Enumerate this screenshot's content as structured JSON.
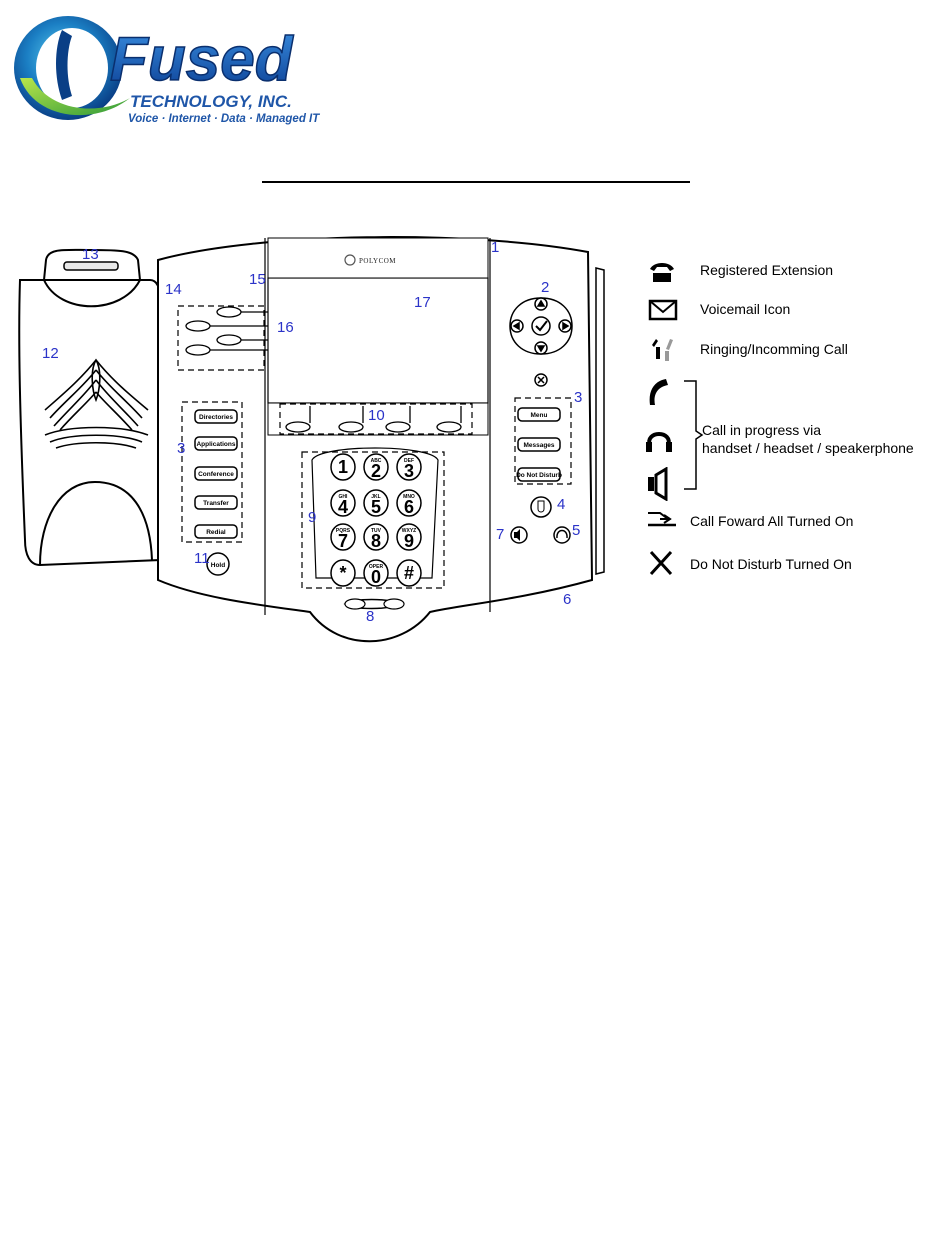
{
  "logo": {
    "name": "Fused",
    "subtitle": "TECHNOLOGY, INC.",
    "tagline": "Voice · Internet · Data · Managed IT"
  },
  "phone": {
    "brand": "POLYCOM",
    "hard_keys_left": [
      "Directories",
      "Applications",
      "Conference",
      "Transfer",
      "Redial"
    ],
    "hold_key": "Hold",
    "hard_keys_right": [
      "Menu",
      "Messages",
      "Do Not Disturb"
    ],
    "dialpad": [
      {
        "digit": "1",
        "letters": ""
      },
      {
        "digit": "2",
        "letters": "ABC"
      },
      {
        "digit": "3",
        "letters": "DEF"
      },
      {
        "digit": "4",
        "letters": "GHI"
      },
      {
        "digit": "5",
        "letters": "JKL"
      },
      {
        "digit": "6",
        "letters": "MNO"
      },
      {
        "digit": "7",
        "letters": "PQRS"
      },
      {
        "digit": "8",
        "letters": "TUV"
      },
      {
        "digit": "9",
        "letters": "WXYZ"
      },
      {
        "digit": "*",
        "letters": ""
      },
      {
        "digit": "0",
        "letters": "OPER"
      },
      {
        "digit": "#",
        "letters": ""
      }
    ],
    "callouts": [
      "1",
      "2",
      "3",
      "3",
      "4",
      "5",
      "6",
      "7",
      "8",
      "9",
      "10",
      "11",
      "12",
      "13",
      "14",
      "15",
      "16",
      "17"
    ]
  },
  "legend": {
    "registered": "Registered Extension",
    "voicemail": "Voicemail Icon",
    "ringing": "Ringing/Incomming Call",
    "call_progress_line1": "Call in progress via",
    "call_progress_line2": "handset / headset / speakerphone",
    "call_forward": "Call Foward All Turned On",
    "dnd": "Do Not Disturb Turned On"
  }
}
